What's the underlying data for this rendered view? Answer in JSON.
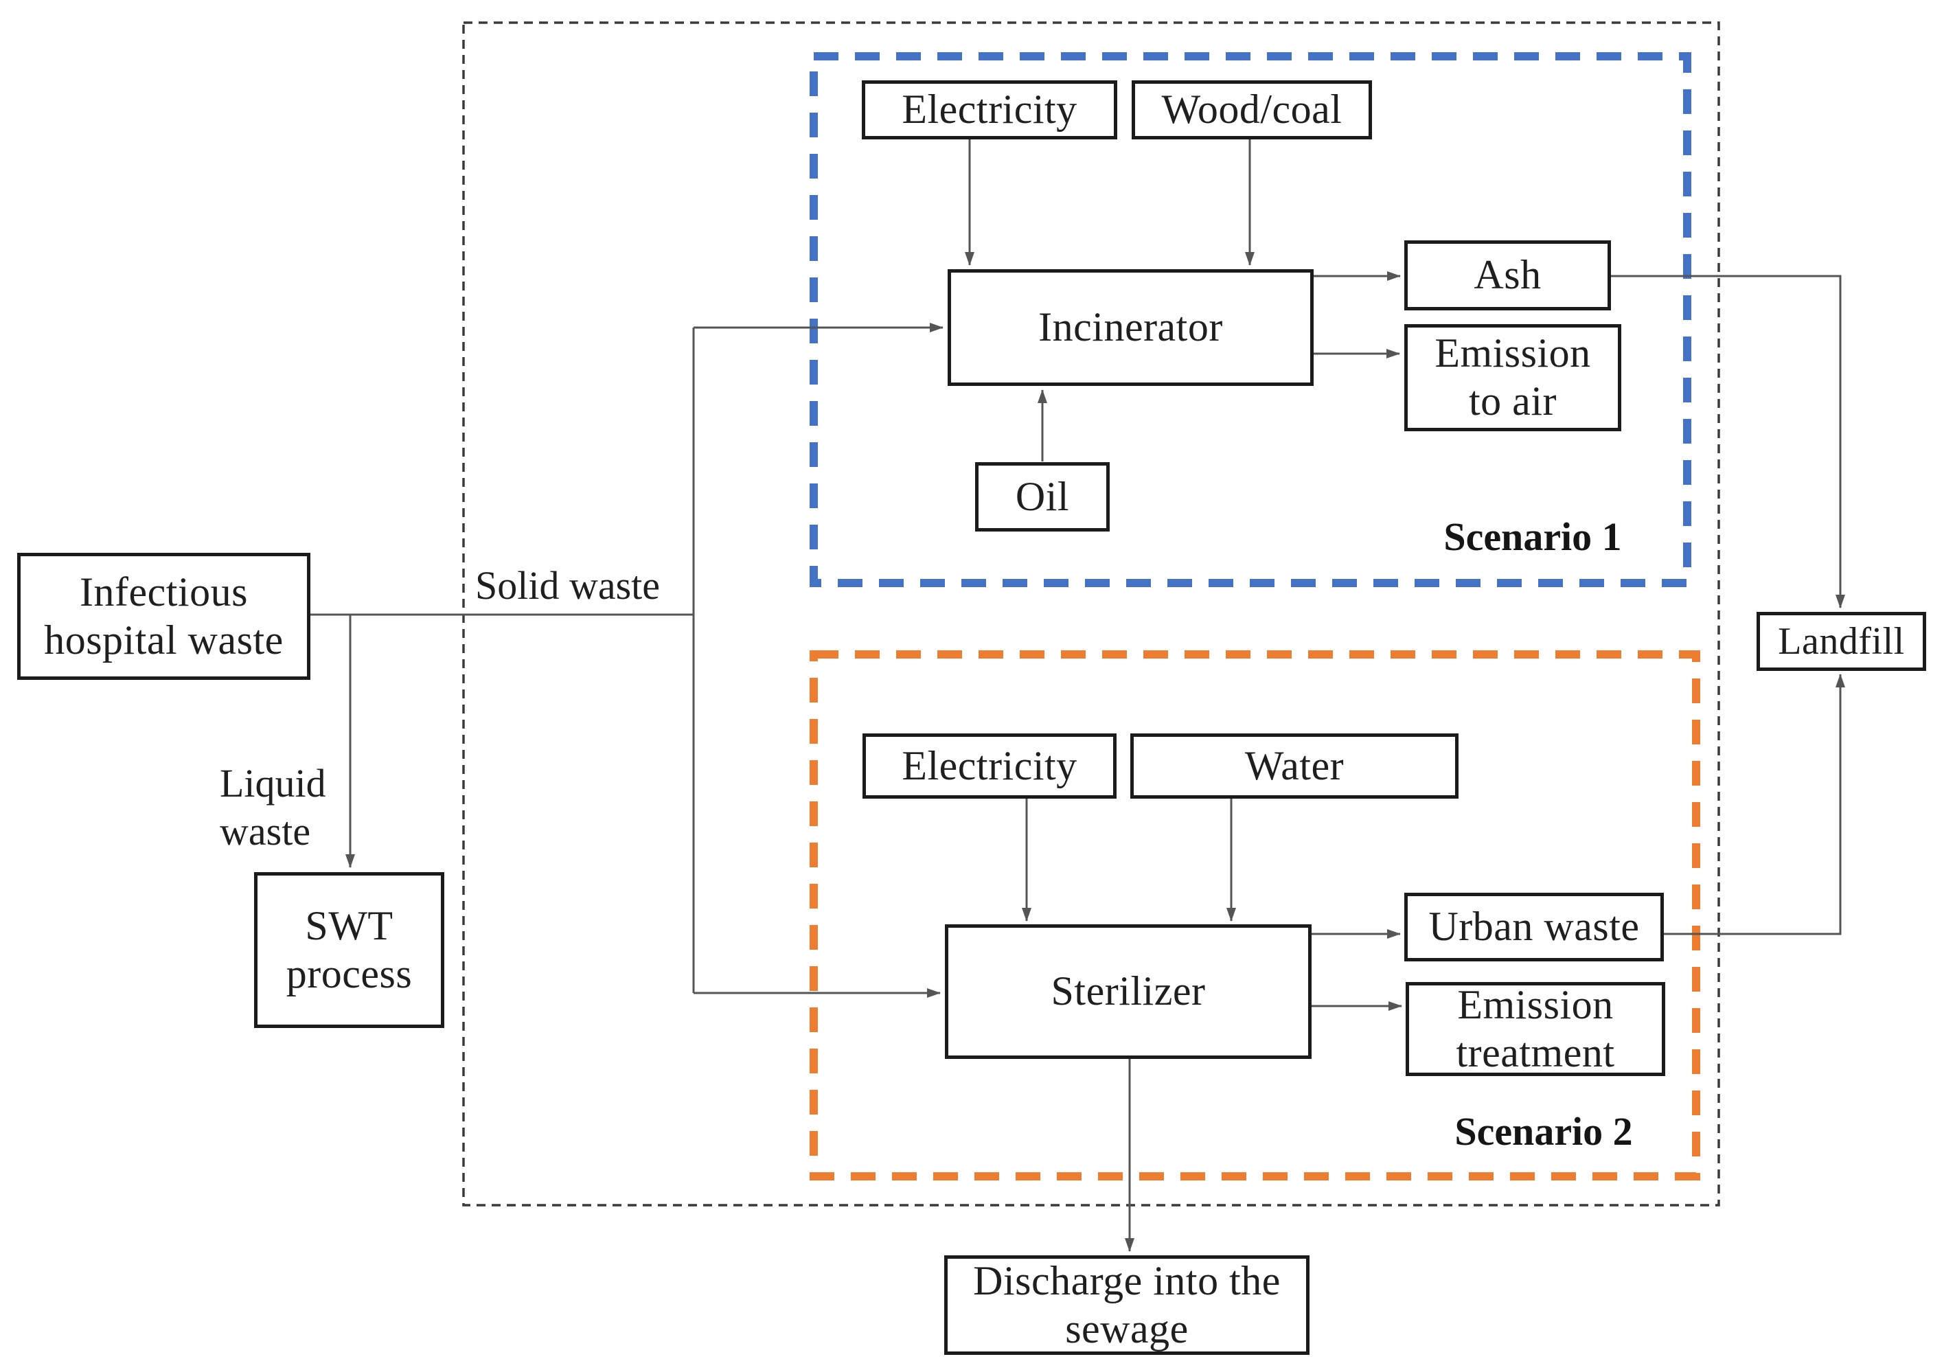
{
  "colors": {
    "scenario1": "#4472C4",
    "scenario2": "#ED7D31",
    "outer_border": "#3A3A3A",
    "connector": "#555555",
    "box_border": "#1B1B1B",
    "text": "#1F1F1F",
    "background": "#FFFFFF"
  },
  "labels": {
    "solid_waste": "Solid waste",
    "liquid_line1": "Liquid",
    "liquid_line2": "waste",
    "scenario1": "Scenario 1",
    "scenario2": "Scenario 2"
  },
  "nodes": {
    "infectious": {
      "line1": "Infectious",
      "line2": "hospital waste"
    },
    "swt": {
      "line1": "SWT",
      "line2": "process"
    },
    "electricity_s1": {
      "line1": "Electricity"
    },
    "wood_coal": {
      "line1": "Wood/coal"
    },
    "incinerator": {
      "line1": "Incinerator"
    },
    "oil": {
      "line1": "Oil"
    },
    "ash": {
      "line1": "Ash"
    },
    "emission_to_air": {
      "line1": "Emission",
      "line2": "to air"
    },
    "landfill": {
      "line1": "Landfill"
    },
    "electricity_s2": {
      "line1": "Electricity"
    },
    "water": {
      "line1": "Water"
    },
    "sterilizer": {
      "line1": "Sterilizer"
    },
    "urban_waste": {
      "line1": "Urban waste"
    },
    "emission_treatment": {
      "line1": "Emission",
      "line2": "treatment"
    },
    "discharge": {
      "line1": "Discharge into the",
      "line2": "sewage"
    }
  }
}
